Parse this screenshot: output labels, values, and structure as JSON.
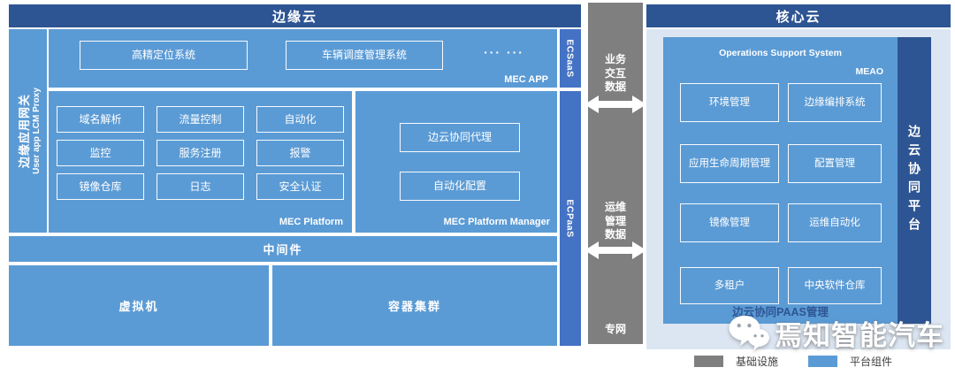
{
  "colors": {
    "header_dark_blue": "#2e5593",
    "platform_blue": "#5b9bd5",
    "service_strip_blue": "#4472c4",
    "infrastructure_gray": "#7f7f7f",
    "core_background": "#dce6f2"
  },
  "edge_cloud": {
    "title": "边缘云",
    "gateway": {
      "label_zh": "边缘应用网关",
      "label_en": "User app LCM Proxy"
    },
    "mec_app": {
      "label": "MEC APP",
      "boxes": [
        "高精定位系统",
        "车辆调度管理系统"
      ],
      "ellipsis": "··· ···"
    },
    "mec_platform": {
      "label": "MEC Platform",
      "boxes": [
        "域名解析",
        "流量控制",
        "自动化",
        "监控",
        "服务注册",
        "报警",
        "镜像仓库",
        "日志",
        "安全认证"
      ]
    },
    "mec_platform_manager": {
      "label": "MEC Platform Manager",
      "boxes": [
        "边云协同代理",
        "自动化配置"
      ]
    },
    "middleware": "中间件",
    "virtual_machine": "虚拟机",
    "container_cluster": "容器集群",
    "ecsaas": "ECSaaS",
    "ecpaas": "ECPaaS"
  },
  "link_column": {
    "business_data": [
      "业务",
      "交互",
      "数据"
    ],
    "ops_data": [
      "运维",
      "管理",
      "数据"
    ],
    "private_network": "专网"
  },
  "core_cloud": {
    "title": "核心云",
    "oss_label": "Operations Support System",
    "meao_label": "MEAO",
    "boxes": [
      "环境管理",
      "边缘编排系统",
      "应用生命周期管理",
      "配置管理",
      "镜像管理",
      "运维自动化",
      "多租户",
      "中央软件仓库"
    ],
    "paas_label": "边云协同PAAS管理",
    "platform_strip": "边云协同平台"
  },
  "watermark": {
    "text": "焉知智能汽车",
    "icon": "wechat-icon"
  },
  "legend": [
    {
      "label": "基础设施",
      "color": "#7f7f7f"
    },
    {
      "label": "平台组件",
      "color": "#5b9bd5"
    }
  ]
}
